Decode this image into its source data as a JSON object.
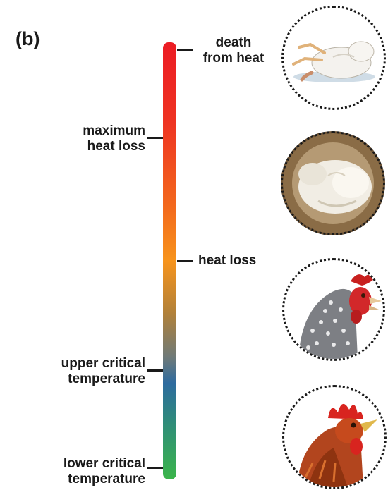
{
  "panel_label": "(b)",
  "scale_labels": {
    "death_line1": "death",
    "death_line2": "from heat",
    "max_line1": "maximum",
    "max_line2": "heat loss",
    "heat_loss": "heat loss",
    "upper_line1": "upper critical",
    "upper_line2": "temperature",
    "lower_line1": "lower critical",
    "lower_line2": "temperature"
  },
  "colors": {
    "hot": "#ec1c24",
    "warm": "#f7941d",
    "mid": "#2e6b9f",
    "cool": "#3bb54a"
  },
  "illustrations": [
    "chicken-lying-dead-icon",
    "chicken-fluffed-icon",
    "hen-panting-icon",
    "rooster-normal-icon"
  ]
}
